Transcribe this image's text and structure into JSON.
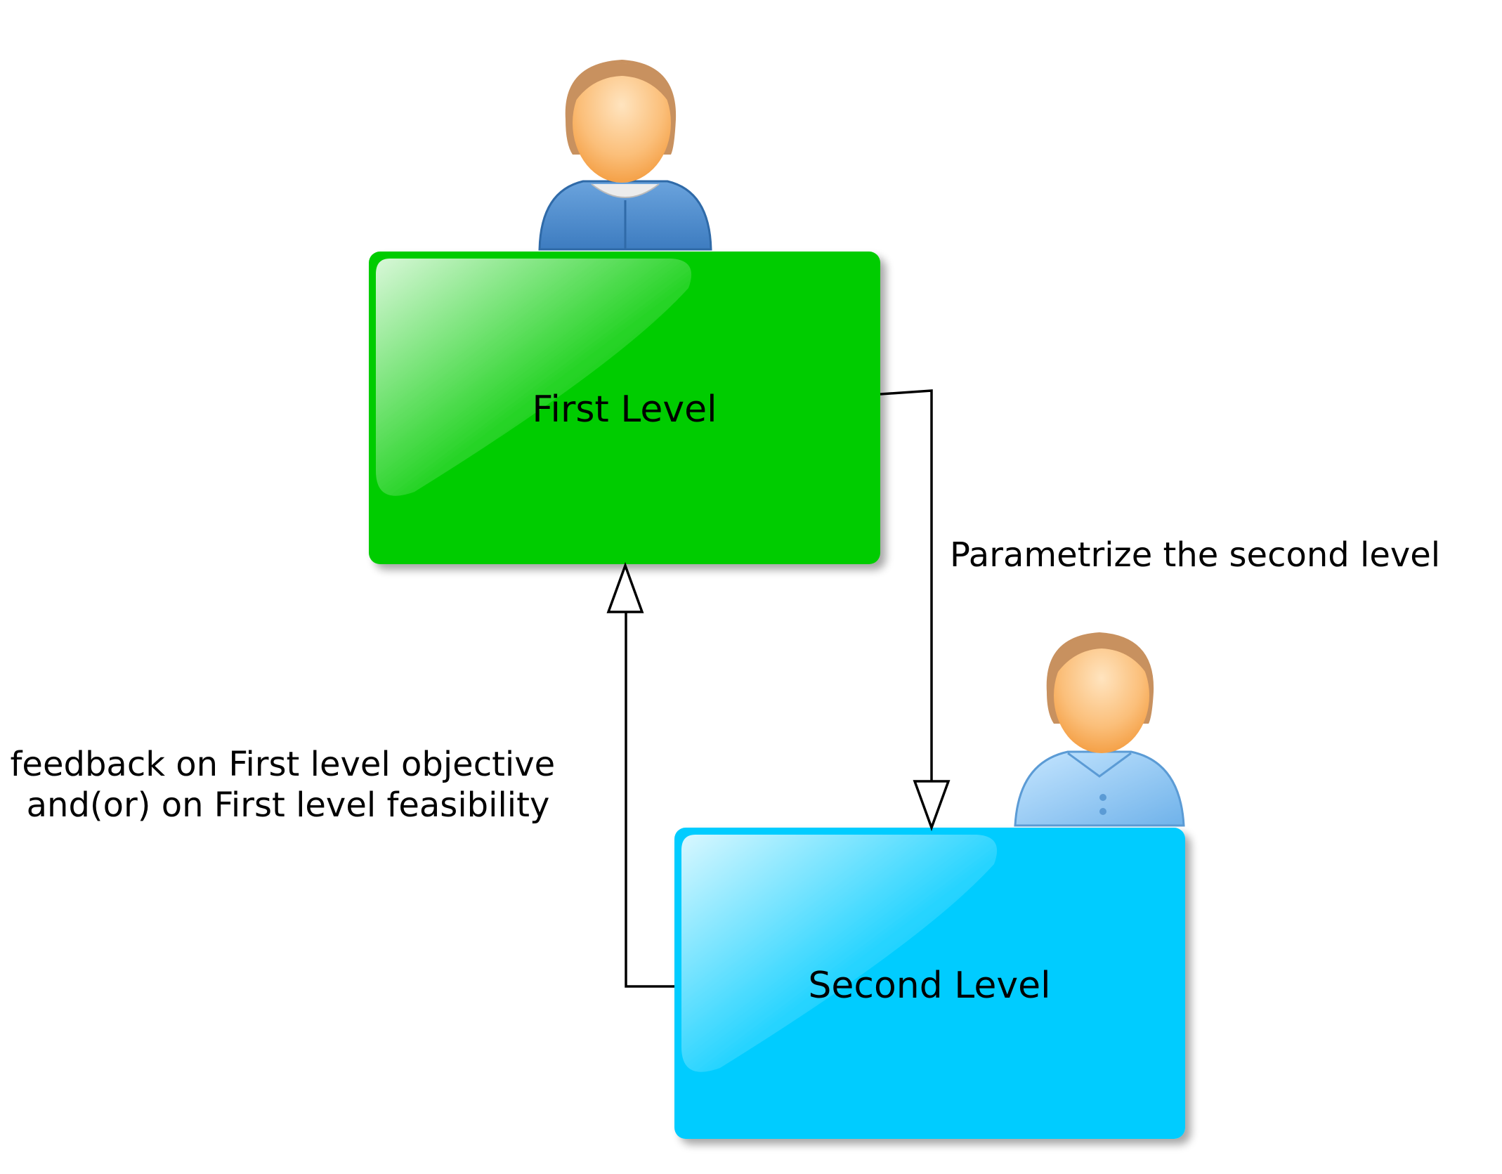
{
  "diagram": {
    "nodes": {
      "first_level": {
        "label": "First Level",
        "color": "#00cc00",
        "highlight": "#ffffff"
      },
      "second_level": {
        "label": "Second Level",
        "color": "#00ccff",
        "highlight": "#ffffff"
      }
    },
    "edges": {
      "parametrize": {
        "label": "Parametrize the second level",
        "from": "first_level",
        "to": "second_level"
      },
      "feedback": {
        "label_lines": [
          "feedback on First level objective",
          "and(or) on First level feasibility"
        ],
        "from": "second_level",
        "to": "first_level"
      }
    },
    "actors": {
      "first_level_user": {
        "icon": "user-hoodie-icon",
        "shirt_color": "#4f8fd1",
        "hair_color": "#c8915f",
        "skin_color": "#f6a94c"
      },
      "second_level_user": {
        "icon": "user-shirt-icon",
        "shirt_color": "#8cc8f5",
        "hair_color": "#c8915f",
        "skin_color": "#f6a94c"
      }
    }
  }
}
